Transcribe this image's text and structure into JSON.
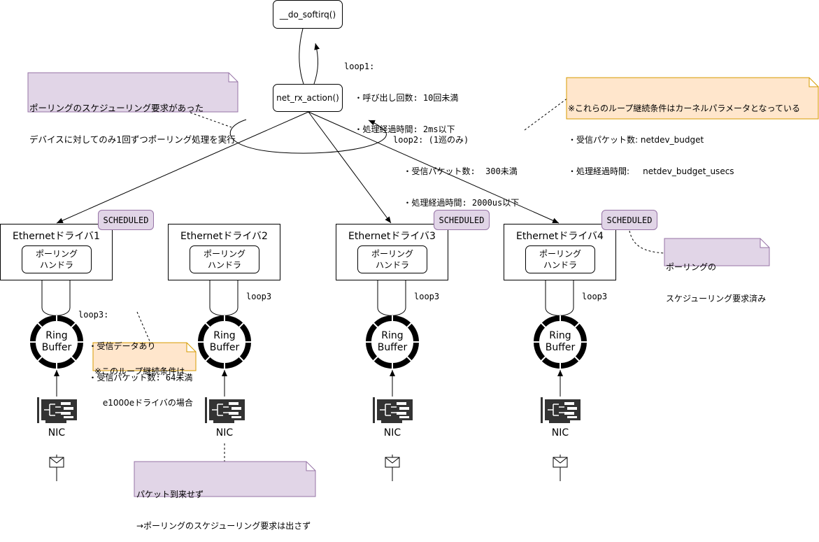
{
  "nodes": {
    "softirq": "__do_softirq()",
    "rx_action": "net_rx_action()"
  },
  "loops": {
    "loop1": [
      "loop1:",
      "  ・呼び出し回数: 10回未満",
      "  ・処理経過時間: 2ms以下"
    ],
    "loop2": [
      "loop2: (1巡のみ)",
      "  ・受信パケット数:  300未満",
      "  ・処理経過時間: 2000us以下"
    ],
    "loop3_detail": [
      "loop3:",
      "  ・受信データあり",
      "  ・受信パケット数: 64未満"
    ],
    "loop3_short": "loop3"
  },
  "notes": {
    "polling_note": [
      "ポーリングのスケジューリング要求があった",
      "デバイスに対してのみ1回ずつポーリング処理を実行"
    ],
    "kernel_param_note": [
      "※これらのループ継続条件はカーネルパラメータとなっている",
      "・受信パケット数: netdev_budget",
      "・処理経過時間:     netdev_budget_usecs"
    ],
    "e1000e_note": [
      "※このループ継続条件は",
      " e1000eドライバの場合"
    ],
    "no_packet_note": [
      "パケット到来せず",
      "→ポーリングのスケジューリング要求は出さず"
    ],
    "scheduled_note": [
      "ポーリングの",
      "スケジューリング要求済み"
    ]
  },
  "drivers": [
    {
      "title": "Ethernetドライバ1",
      "handler": [
        "ポーリング",
        "ハンドラ"
      ],
      "badge": "SCHEDULED",
      "ring": [
        "Ring",
        "Buffer"
      ],
      "nic": "NIC"
    },
    {
      "title": "Ethernetドライバ2",
      "handler": [
        "ポーリング",
        "ハンドラ"
      ],
      "badge": "",
      "ring": [
        "Ring",
        "Buffer"
      ],
      "nic": "NIC"
    },
    {
      "title": "Ethernetドライバ3",
      "handler": [
        "ポーリング",
        "ハンドラ"
      ],
      "badge": "SCHEDULED",
      "ring": [
        "Ring",
        "Buffer"
      ],
      "nic": "NIC"
    },
    {
      "title": "Ethernetドライバ4",
      "handler": [
        "ポーリング",
        "ハンドラ"
      ],
      "badge": "SCHEDULED",
      "ring": [
        "Ring",
        "Buffer"
      ],
      "nic": "NIC"
    }
  ],
  "colors": {
    "note_purple_fill": "#e1d5e7",
    "note_purple_stroke": "#9673a6",
    "note_orange_fill": "#ffe6cc",
    "note_orange_stroke": "#d79b00"
  }
}
